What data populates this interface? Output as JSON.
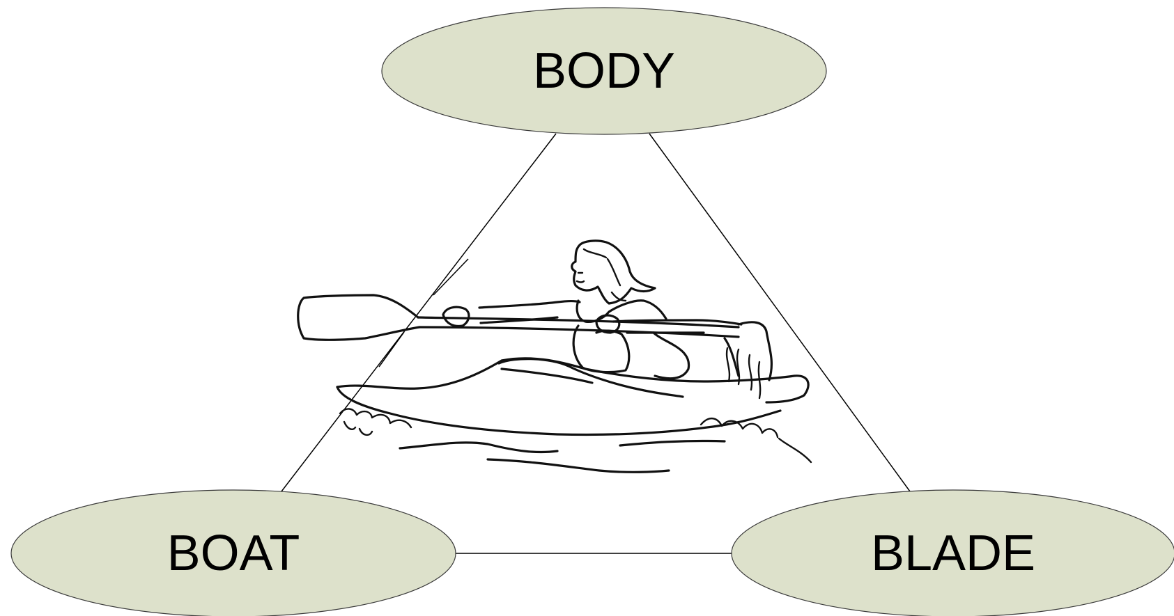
{
  "nodes": {
    "body": {
      "label": "BODY"
    },
    "boat": {
      "label": "BOAT"
    },
    "blade": {
      "label": "BLADE"
    }
  },
  "colors": {
    "node_fill": "#dde1cb",
    "node_stroke": "#3a3a3a",
    "edge": "#000000",
    "background": "#ffffff"
  },
  "illustration": {
    "icon": "kayaker-paddling-icon"
  }
}
